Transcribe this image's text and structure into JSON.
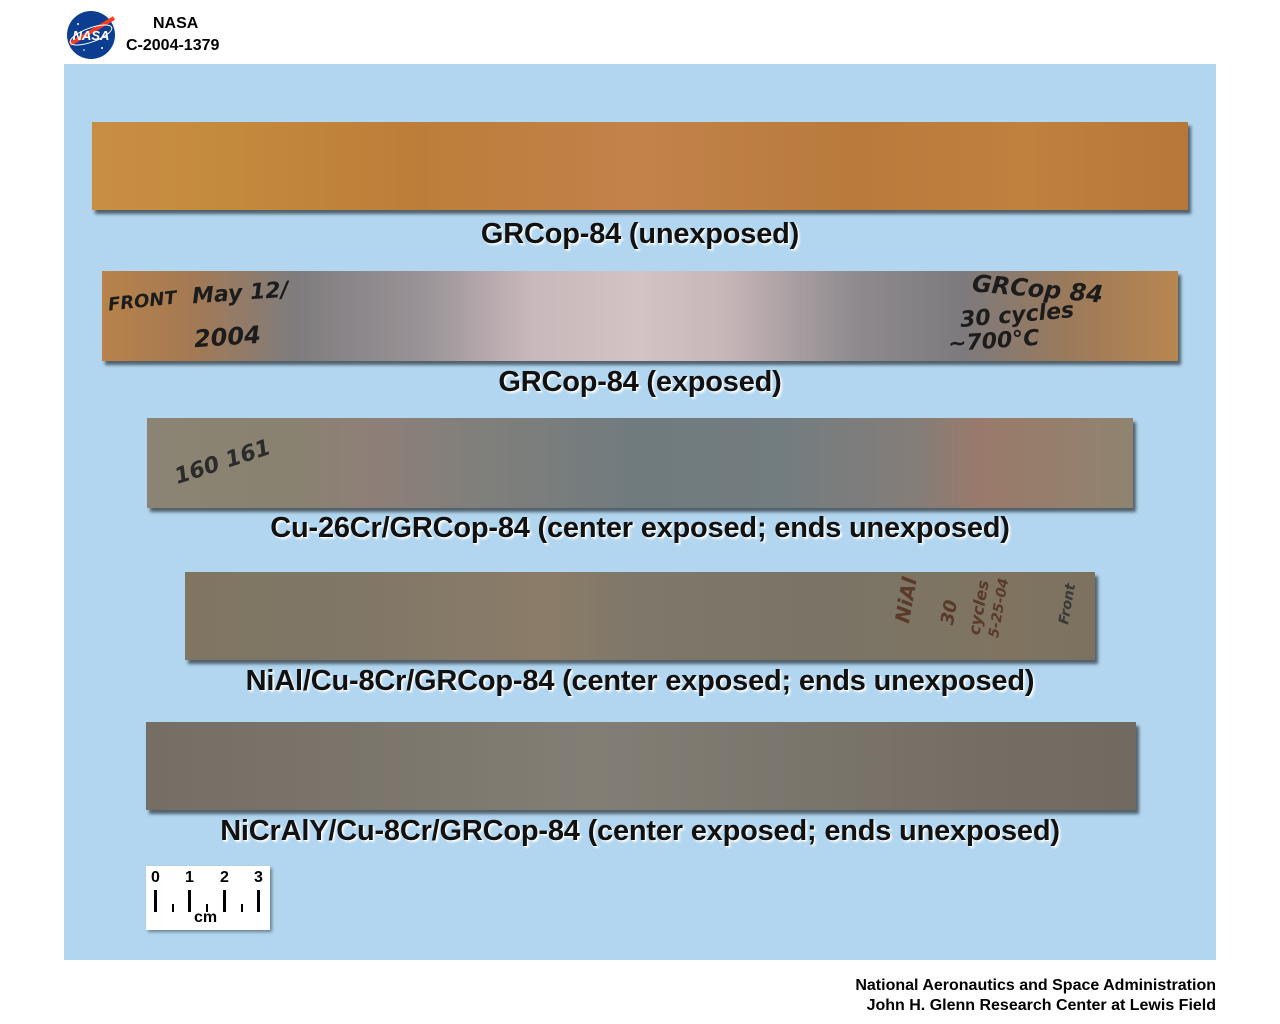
{
  "header": {
    "agency": "NASA",
    "image_id": "C-2004-1379",
    "logo_text": "NASA"
  },
  "samples": [
    {
      "caption": "GRCop-84 (unexposed)"
    },
    {
      "caption": "GRCop-84 (exposed)"
    },
    {
      "caption": "Cu-26Cr/GRCop-84 (center exposed; ends unexposed)"
    },
    {
      "caption": "NiAl/Cu-8Cr/GRCop-84 (center exposed; ends unexposed)"
    },
    {
      "caption": "NiCrAlY/Cu-8Cr/GRCop-84 (center exposed; ends unexposed)"
    }
  ],
  "handwriting": {
    "strip2_left_1": "FRONT",
    "strip2_left_2": "May 12/",
    "strip2_left_3": "2004",
    "strip2_right_1": "GRCop 84",
    "strip2_right_2": "30 cycles",
    "strip2_right_3": "~700°C",
    "strip3_left": "160 161",
    "strip4_right_1": "NiAl",
    "strip4_right_2": "30",
    "strip4_right_3": "cycles",
    "strip4_right_4": "5-25-04",
    "strip4_right_5": "Front"
  },
  "scale_bar": {
    "ticks": [
      "0",
      "1",
      "2",
      "3"
    ],
    "unit": "cm"
  },
  "footer": {
    "line1": "National Aeronautics and Space Administration",
    "line2": "John H. Glenn Research Center at Lewis Field"
  },
  "colors": {
    "panel": "#b2d6ef",
    "strip_unexposed": "#c0813e",
    "strip_oxidized": "#8a8a8a",
    "strip_coated": "#7a7367"
  }
}
